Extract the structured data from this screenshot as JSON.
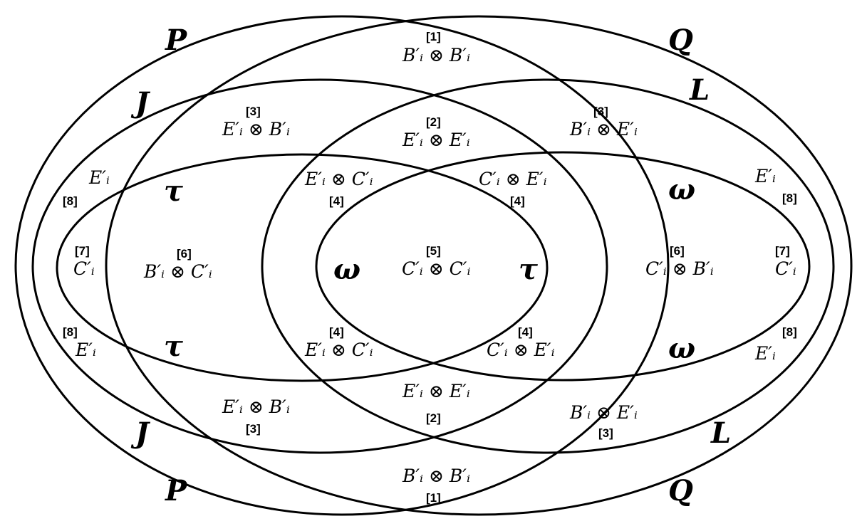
{
  "diagram": {
    "sets": {
      "P": "P",
      "Q": "Q",
      "J": "J",
      "L": "L",
      "tau": "τ",
      "omega": "ω"
    },
    "tags": {
      "r1": "[1]",
      "r2": "[2]",
      "r3": "[3]",
      "r4": "[4]",
      "r5": "[5]",
      "r6": "[6]",
      "r7": "[7]",
      "r8": "[8]"
    },
    "expressions": {
      "BB": "B′ᵢ ⊗ B′ᵢ",
      "EE": "E′ᵢ ⊗ E′ᵢ",
      "EB": "E′ᵢ ⊗ B′ᵢ",
      "BE": "B′ᵢ ⊗ E′ᵢ",
      "EC": "E′ᵢ ⊗ C′ᵢ",
      "CE": "C′ᵢ ⊗ E′ᵢ",
      "CC": "C′ᵢ ⊗ C′ᵢ",
      "BC": "B′ᵢ ⊗ C′ᵢ",
      "CB": "C′ᵢ ⊗ B′ᵢ",
      "C": "C′ᵢ",
      "E": "E′ᵢ"
    }
  }
}
